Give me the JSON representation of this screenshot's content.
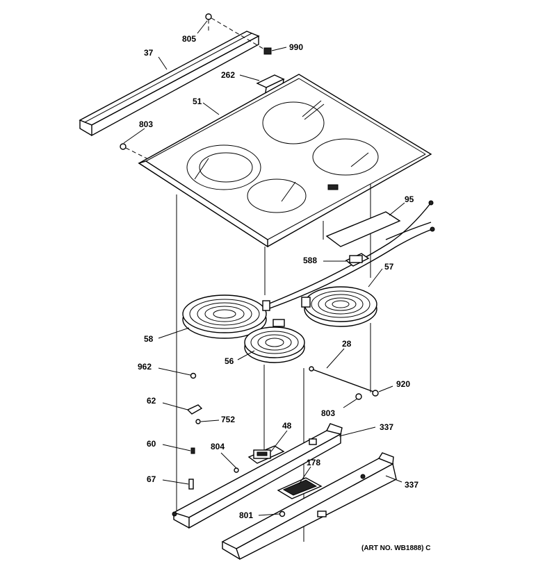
{
  "callouts": {
    "p805": "805",
    "p990": "990",
    "p37": "37",
    "p262": "262",
    "p51": "51",
    "p803a": "803",
    "p95": "95",
    "p588": "588",
    "p57": "57",
    "p58": "58",
    "p56": "56",
    "p28": "28",
    "p962": "962",
    "p920": "920",
    "p62": "62",
    "p803b": "803",
    "p752": "752",
    "p48": "48",
    "p337a": "337",
    "p60": "60",
    "p804": "804",
    "p178": "178",
    "p67": "67",
    "p337b": "337",
    "p801": "801"
  },
  "art_number": "(ART NO. WB1888) C"
}
